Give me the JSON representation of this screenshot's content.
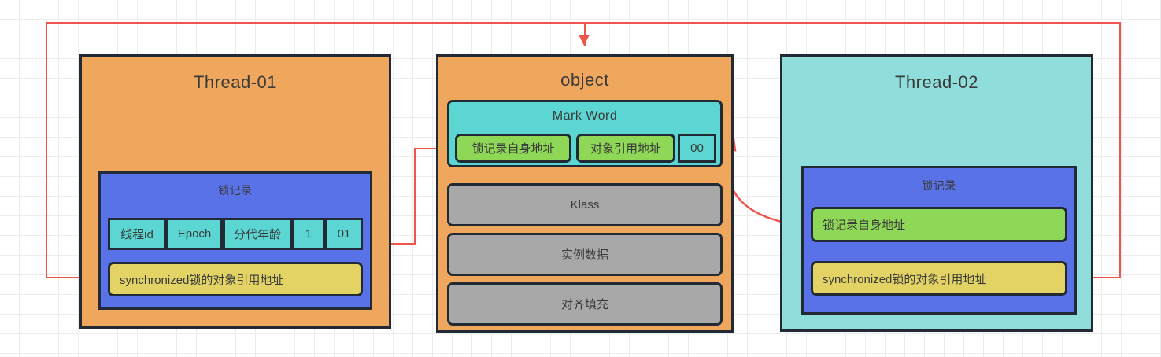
{
  "diagram": {
    "title_text_color": "#3a3a3a",
    "accent_connector_color": "#f0554d"
  },
  "thread01": {
    "title": "Thread-01",
    "lock_record": {
      "title": "锁记录",
      "mark_word_cells": [
        {
          "label": "线程id"
        },
        {
          "label": "Epoch"
        },
        {
          "label": "分代年龄"
        },
        {
          "label": "1"
        },
        {
          "label": "01"
        }
      ],
      "owner_field": "synchronized锁的对象引用地址"
    }
  },
  "object": {
    "title": "object",
    "mark_word": {
      "title": "Mark Word",
      "cells": [
        {
          "label": "锁记录自身地址",
          "color": "#8ed757"
        },
        {
          "label": "对象引用地址",
          "color": "#8ed757"
        },
        {
          "label": "00",
          "color": "#5bd6d2"
        }
      ]
    },
    "rows": [
      {
        "label": "Klass"
      },
      {
        "label": "实例数据"
      },
      {
        "label": "对齐填充"
      }
    ]
  },
  "thread02": {
    "title": "Thread-02",
    "lock_record": {
      "title": "锁记录",
      "self_address": "锁记录自身地址",
      "owner_field": "synchronized锁的对象引用地址"
    }
  },
  "connectors": [
    {
      "name": "thread01-owner-to-object-top",
      "from": "synchronized锁的对象引用地址 (Thread-01)",
      "to": "object"
    },
    {
      "name": "markword-selfaddr-to-thread01-lockrecord",
      "from": "锁记录自身地址 (Mark Word)",
      "to": "锁记录 (Thread-01)"
    },
    {
      "name": "thread02-selfaddr-to-markword",
      "from": "锁记录自身地址 (Thread-02)",
      "to": "Mark Word"
    },
    {
      "name": "thread02-owner-to-object-top",
      "from": "synchronized锁的对象引用地址 (Thread-02)",
      "to": "object"
    }
  ]
}
